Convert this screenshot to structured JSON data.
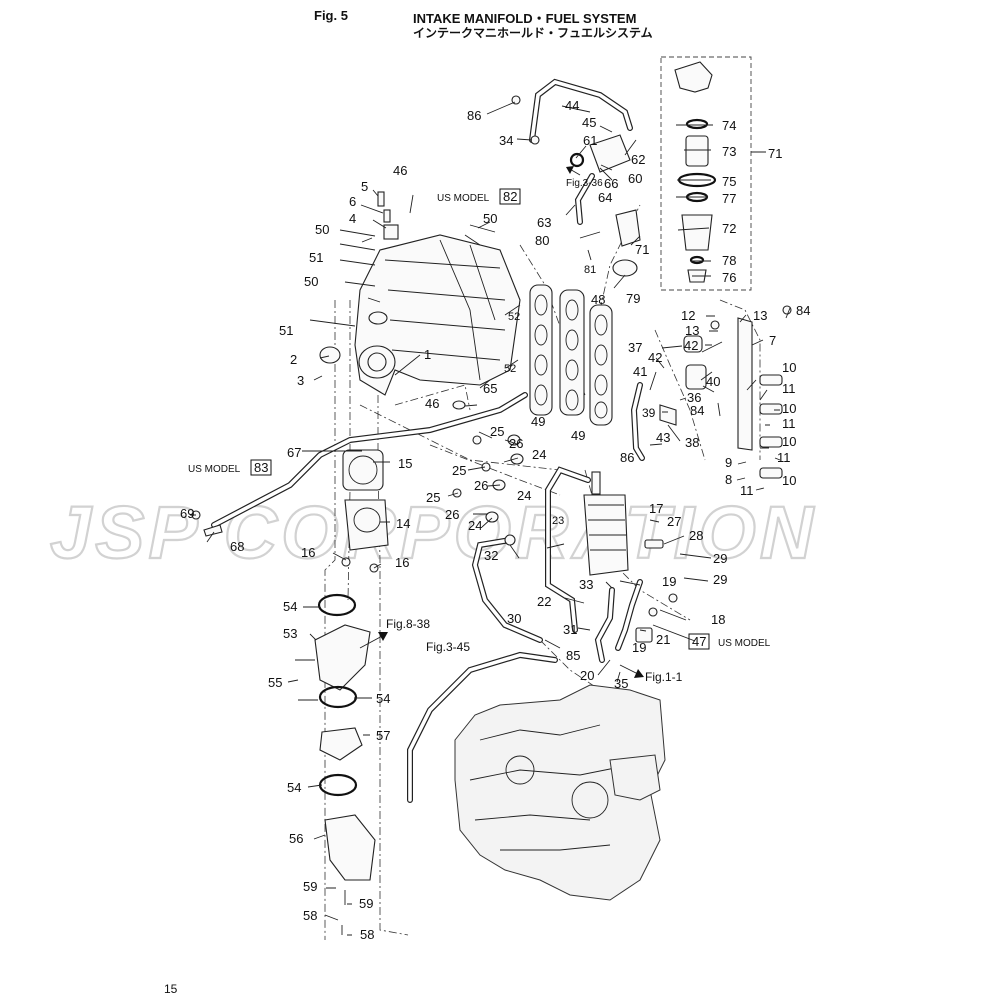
{
  "header": {
    "fig": "Fig. 5",
    "title_en": "INTAKE MANIFOLD・FUEL SYSTEM",
    "title_jp": "インテークマニホールド・フュエルシステム"
  },
  "page_number": "15",
  "watermark": "JSP CORPORATION",
  "model_labels": {
    "us_model": "US MODEL",
    "box_82": "82",
    "box_83": "83",
    "box_47": "47"
  },
  "references": {
    "fig_3_36": "Fig.3-36",
    "fig_8_38": "Fig.8-38",
    "fig_3_45": "Fig.3-45",
    "fig_1_1": "Fig.1-1"
  },
  "callouts": {
    "c1": "1",
    "c2": "2",
    "c3": "3",
    "c4": "4",
    "c5": "5",
    "c6": "6",
    "c7": "7",
    "c8": "8",
    "c9": "9",
    "c10": "10",
    "c11": "11",
    "c12": "12",
    "c13": "13",
    "c14": "14",
    "c15": "15",
    "c16": "16",
    "c17": "17",
    "c18": "18",
    "c19": "19",
    "c20": "20",
    "c21": "21",
    "c22": "22",
    "c23": "23",
    "c24": "24",
    "c25": "25",
    "c26": "26",
    "c27": "27",
    "c28": "28",
    "c29": "29",
    "c30": "30",
    "c31": "31",
    "c32": "32",
    "c33": "33",
    "c34": "34",
    "c35": "35",
    "c36": "36",
    "c37": "37",
    "c38": "38",
    "c39": "39",
    "c40": "40",
    "c41": "41",
    "c42": "42",
    "c43": "43",
    "c44": "44",
    "c45": "45",
    "c46": "46",
    "c48": "48",
    "c49": "49",
    "c50": "50",
    "c51": "51",
    "c52": "52",
    "c53": "53",
    "c54": "54",
    "c55": "55",
    "c56": "56",
    "c57": "57",
    "c58": "58",
    "c59": "59",
    "c60": "60",
    "c61": "61",
    "c62": "62",
    "c63": "63",
    "c64": "64",
    "c65": "65",
    "c66": "66",
    "c67": "67",
    "c68": "68",
    "c69": "69",
    "c71": "71",
    "c72": "72",
    "c73": "73",
    "c74": "74",
    "c75": "75",
    "c76": "76",
    "c77": "77",
    "c78": "78",
    "c79": "79",
    "c80": "80",
    "c81": "81",
    "c84": "84",
    "c85": "85",
    "c86": "86"
  }
}
